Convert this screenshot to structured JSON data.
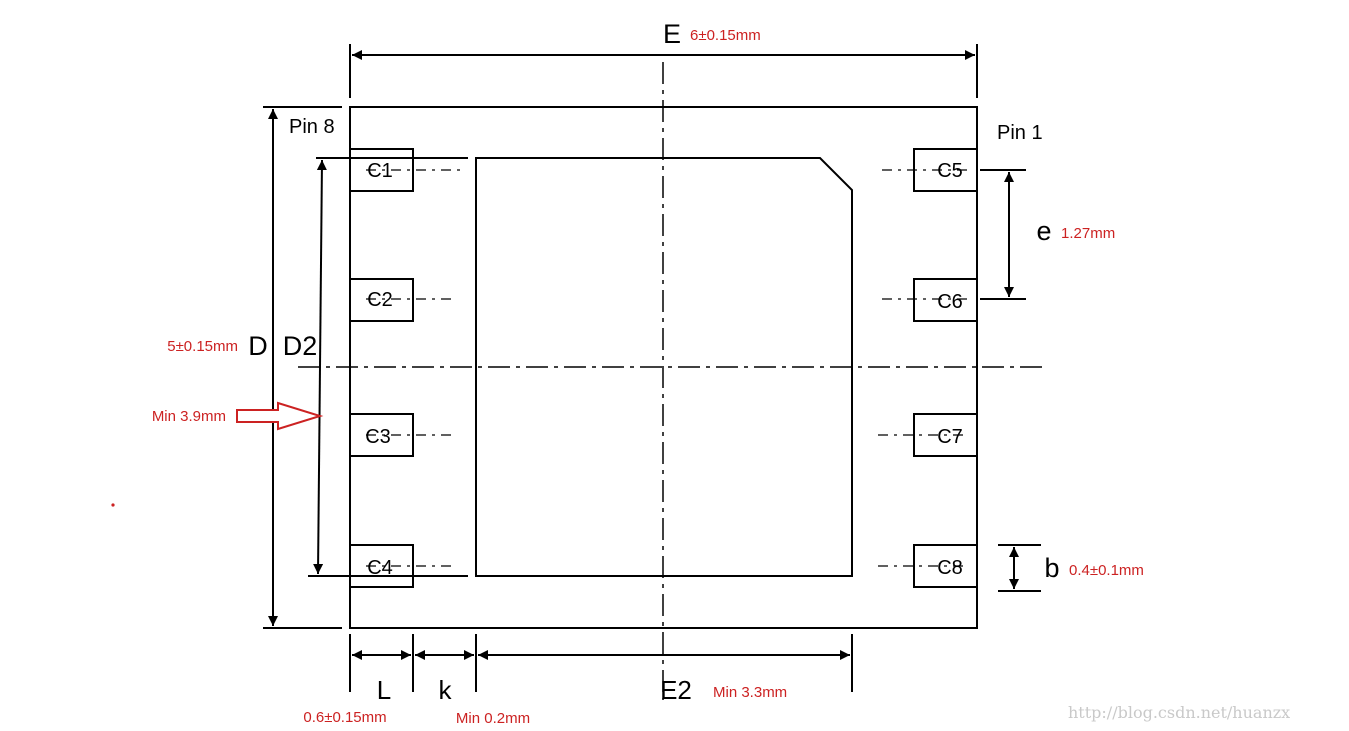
{
  "colors": {
    "line": "#000000",
    "dimension_text": "#cc2222",
    "arrow_outline": "#cc2222",
    "watermark": "#c9c9c9",
    "background": "#ffffff"
  },
  "labels": {
    "E": "E",
    "E_value": "6±0.15mm",
    "D": "D",
    "D_value": "5±0.15mm",
    "D2": "D2",
    "D2_value": "Min 3.9mm",
    "e": "e",
    "e_value": "1.27mm",
    "b": "b",
    "b_value": "0.4±0.1mm",
    "L": "L",
    "L_value": "0.6±0.15mm",
    "k": "k",
    "k_value": "Min 0.2mm",
    "E2": "E2",
    "E2_value": "Min 3.3mm",
    "pin8": "Pin 8",
    "pin1": "Pin 1"
  },
  "pads": {
    "c1": "C1",
    "c2": "C2",
    "c3": "C3",
    "c4": "C4",
    "c5": "C5",
    "c6": "C6",
    "c7": "C7",
    "c8": "C8"
  },
  "watermark": "http://blog.csdn.net/huanzx",
  "icons": {
    "pointer": "hollow-right-arrow-icon"
  }
}
